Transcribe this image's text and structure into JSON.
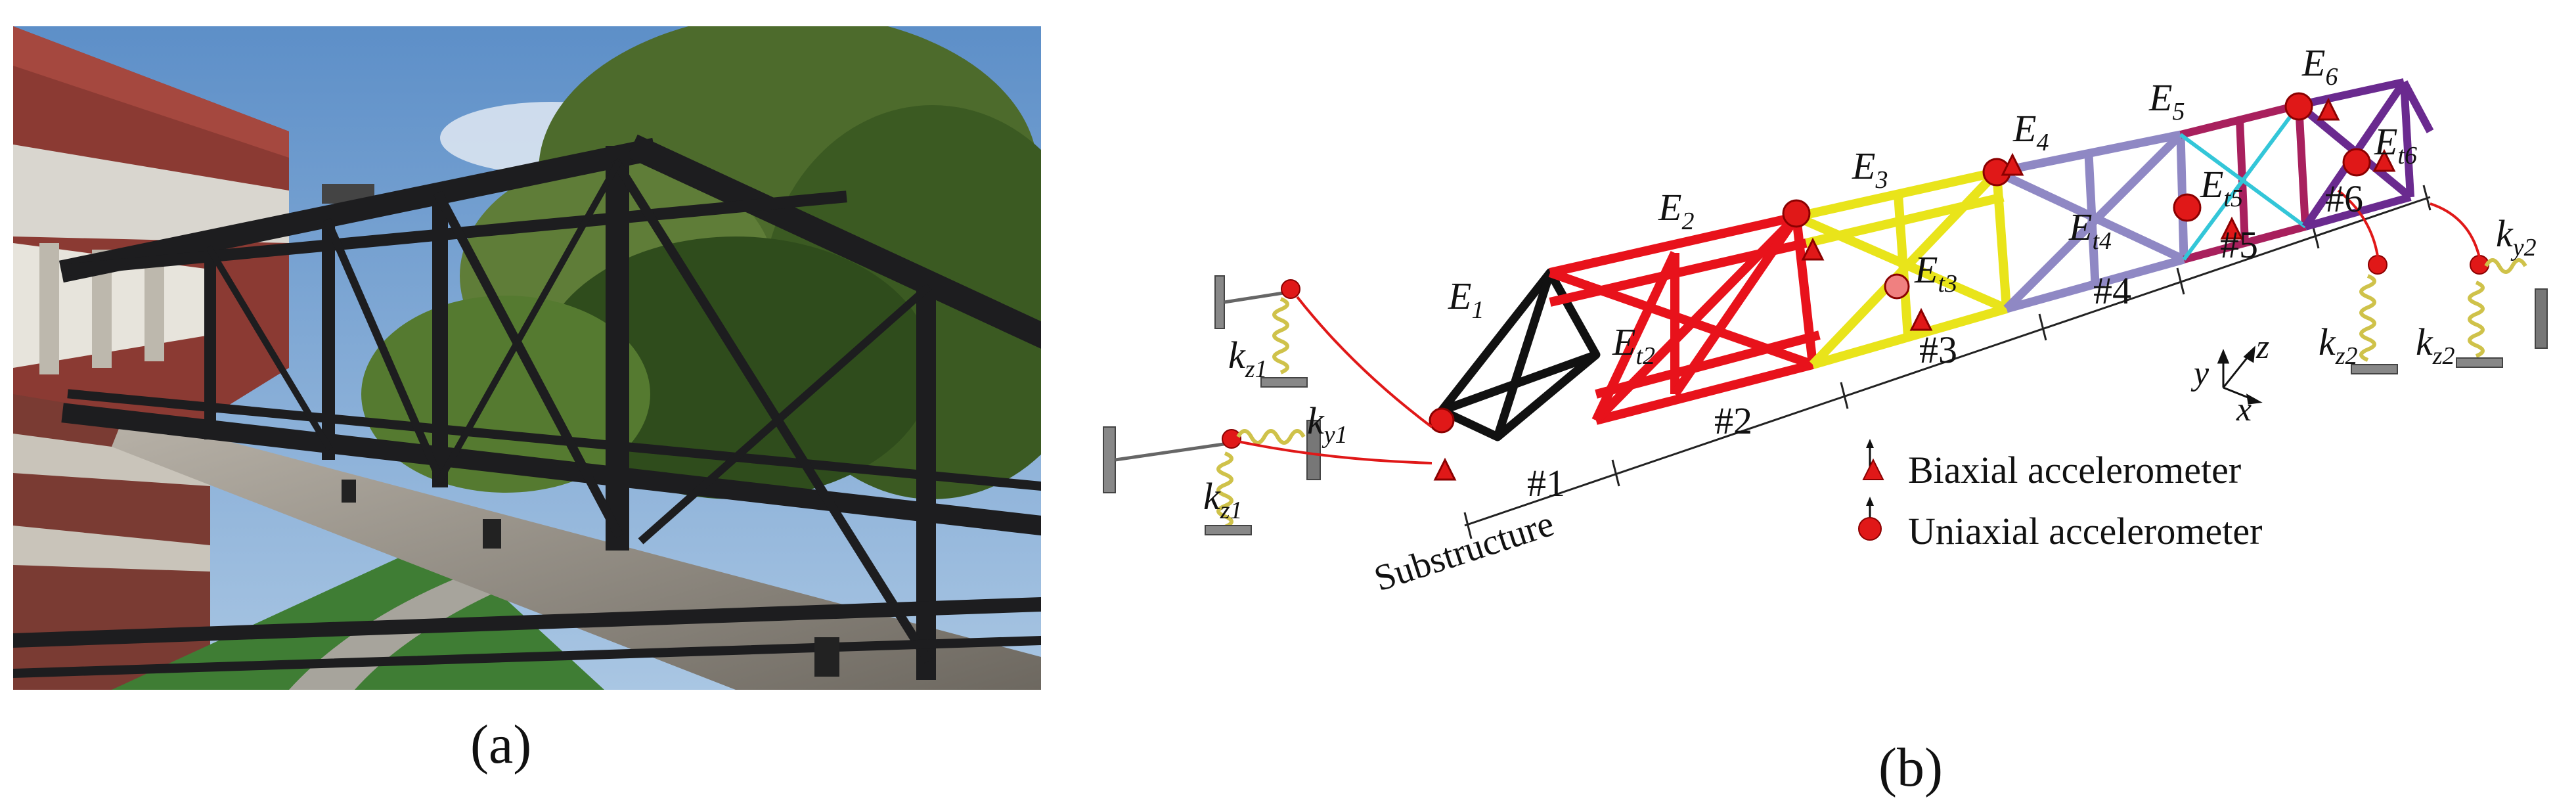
{
  "captions": {
    "a": "(a)",
    "b": "(b)"
  },
  "labels": {
    "E1": {
      "base": "E",
      "sub": "1"
    },
    "E2": {
      "base": "E",
      "sub": "2"
    },
    "E3": {
      "base": "E",
      "sub": "3"
    },
    "E4": {
      "base": "E",
      "sub": "4"
    },
    "E5": {
      "base": "E",
      "sub": "5"
    },
    "E6": {
      "base": "E",
      "sub": "6"
    },
    "Et2": {
      "base": "E",
      "sub": "t2"
    },
    "Et3": {
      "base": "E",
      "sub": "t3"
    },
    "Et4": {
      "base": "E",
      "sub": "t4"
    },
    "Et5": {
      "base": "E",
      "sub": "t5"
    },
    "Et6": {
      "base": "E",
      "sub": "t6"
    },
    "kz1a": {
      "base": "k",
      "sub": "z1"
    },
    "kz1b": {
      "base": "k",
      "sub": "z1"
    },
    "ky1": {
      "base": "k",
      "sub": "y1"
    },
    "kz2a": {
      "base": "k",
      "sub": "z2"
    },
    "kz2b": {
      "base": "k",
      "sub": "z2"
    },
    "ky2": {
      "base": "k",
      "sub": "y2"
    }
  },
  "segments": [
    "#1",
    "#2",
    "#3",
    "#4",
    "#5",
    "#6"
  ],
  "substructure": "Substructure",
  "axes": {
    "x": "x",
    "y": "y",
    "z": "z"
  },
  "legend": {
    "biaxial": "Biaxial accelerometer",
    "uniaxial": "Uniaxial accelerometer"
  },
  "colors": {
    "seg1": "#111111",
    "seg2": "#e8121b",
    "seg3": "#e9e41a",
    "seg4": "#8f88c4",
    "seg5": "#a8205d",
    "seg6": "#6a2a8f",
    "sensor": "#e01818",
    "brace": "#33c6d8"
  }
}
